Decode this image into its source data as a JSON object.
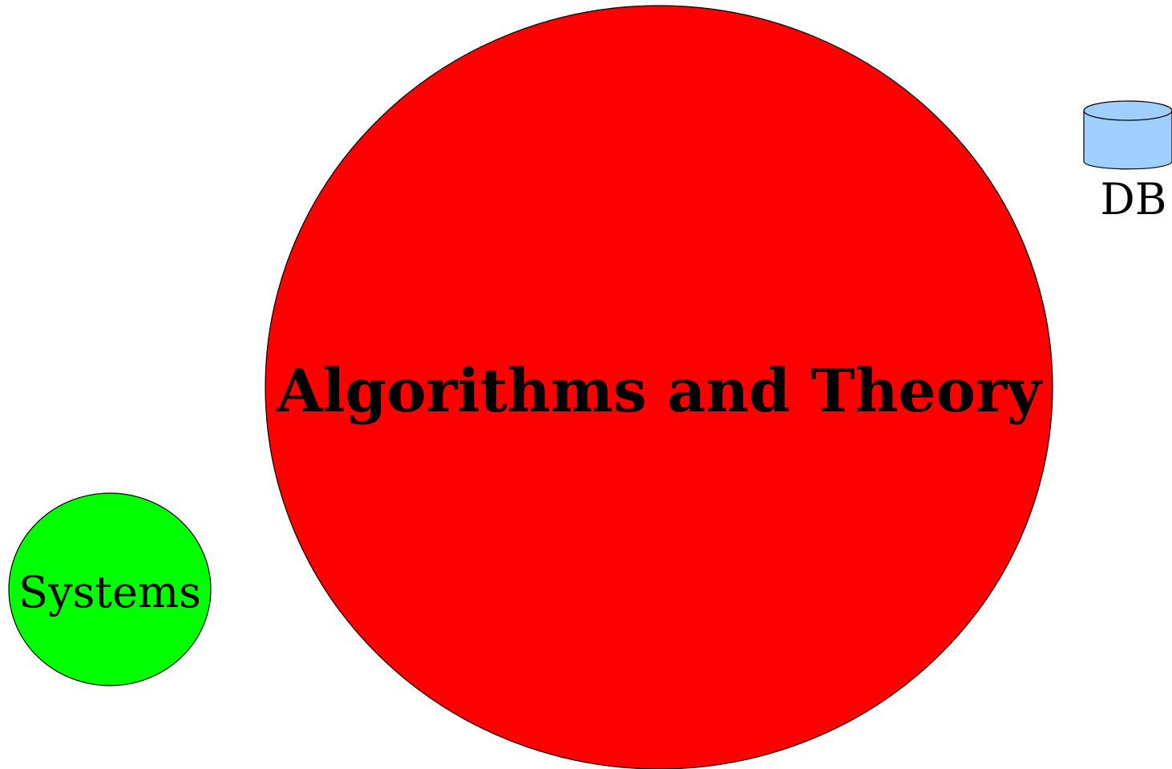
{
  "nodes": {
    "algorithms": {
      "label": "Algorithms and Theory",
      "color": "#ff0000",
      "shape": "circle"
    },
    "systems": {
      "label": "Systems",
      "color": "#00ff00",
      "shape": "circle"
    },
    "db": {
      "label": "DB",
      "color": "#9fcfff",
      "shape": "cylinder"
    }
  },
  "colors": {
    "background": "#ffffff",
    "stroke": "#000000",
    "text": "#000000"
  }
}
